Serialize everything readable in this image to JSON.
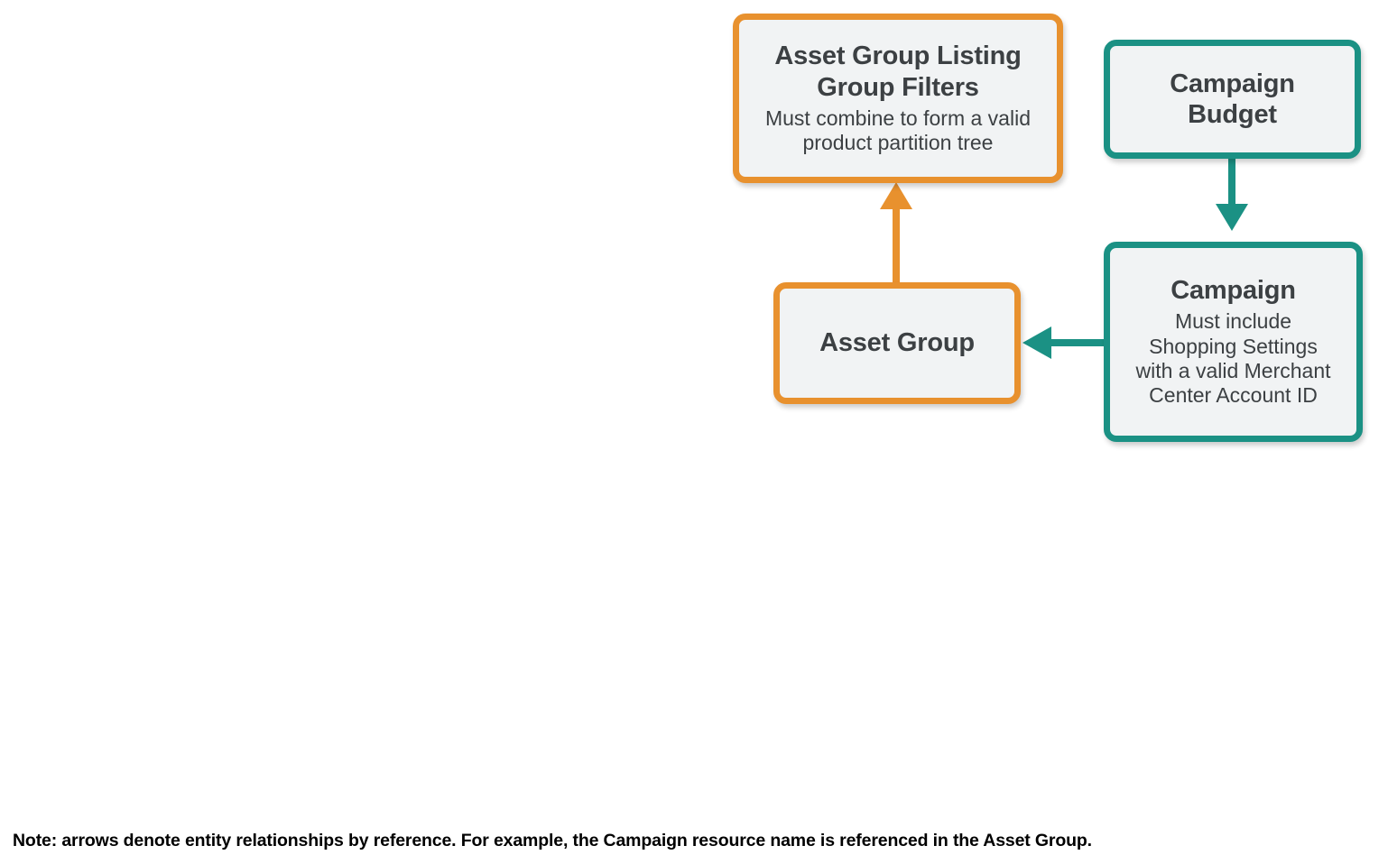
{
  "diagram": {
    "background_color": "#ffffff",
    "palette": {
      "orange": "#e8912e",
      "teal": "#1b9184",
      "node_fill": "#f1f3f4",
      "node_text": "#3c4043",
      "note_text": "#000000"
    },
    "nodes": [
      {
        "id": "asset-group-listing-group-filters",
        "title": "Asset Group Listing Group Filters",
        "subtitle": "Must combine to form a valid product partition tree",
        "color": "orange"
      },
      {
        "id": "campaign-budget",
        "title": "Campaign Budget",
        "subtitle": "",
        "color": "teal"
      },
      {
        "id": "asset-group",
        "title": "Asset Group",
        "subtitle": "",
        "color": "orange"
      },
      {
        "id": "campaign",
        "title": "Campaign",
        "subtitle": "Must include Shopping Settings with a valid Merchant Center Account ID",
        "color": "teal"
      }
    ],
    "edges": [
      {
        "id": "asset-group-to-listing-group-filters",
        "from": "asset-group",
        "to": "asset-group-listing-group-filters",
        "direction": "up",
        "color": "orange"
      },
      {
        "id": "campaign-budget-to-campaign",
        "from": "campaign-budget",
        "to": "campaign",
        "direction": "down",
        "color": "teal"
      },
      {
        "id": "campaign-to-asset-group",
        "from": "campaign",
        "to": "asset-group",
        "direction": "left",
        "color": "teal"
      }
    ],
    "note": "Note: arrows denote entity relationships by reference. For example, the Campaign resource name is referenced in the Asset Group."
  }
}
